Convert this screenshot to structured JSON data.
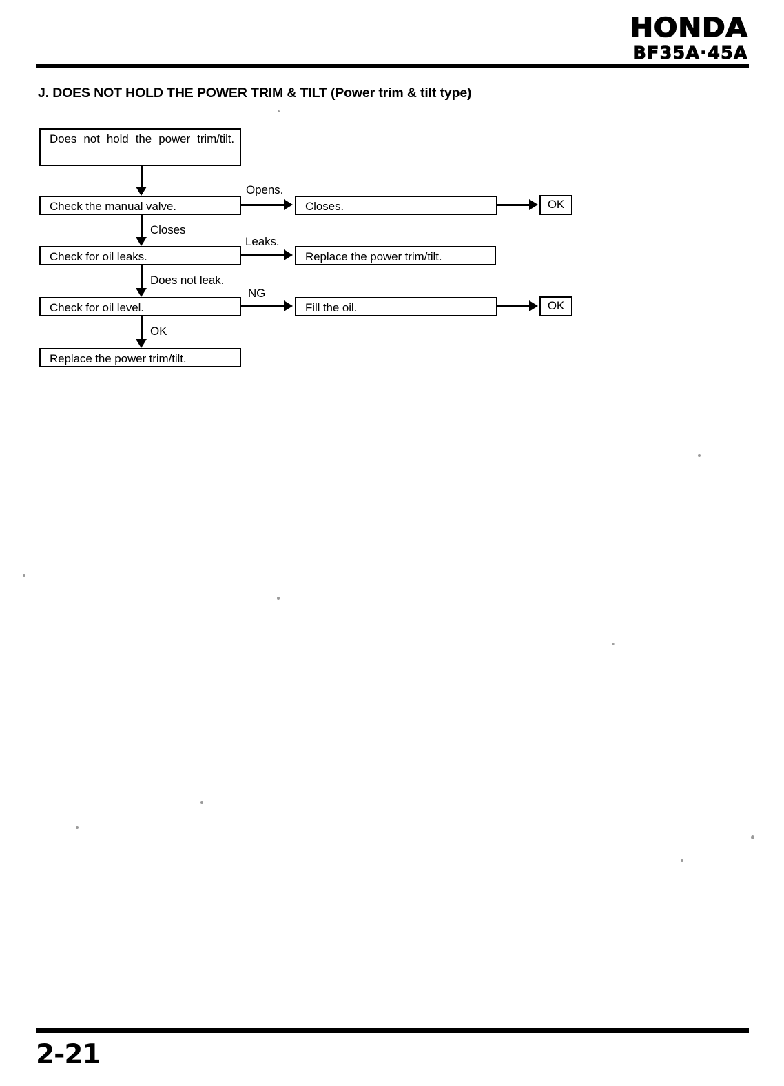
{
  "header": {
    "brand": "HONDA",
    "model": "BF35A·45A"
  },
  "section": {
    "title": "J. DOES NOT HOLD THE POWER TRIM & TILT (Power trim & tilt type)"
  },
  "footer": {
    "page_number": "2-21"
  },
  "chart_data": {
    "type": "diagram",
    "title": "J. DOES NOT HOLD THE POWER TRIM & TILT (Power trim & tilt type)",
    "nodes": [
      {
        "id": "symptom",
        "label": "Does not hold the power trim/tilt.",
        "kind": "process",
        "column": "left",
        "row": 1
      },
      {
        "id": "check-valve",
        "label": "Check the manual valve.",
        "kind": "process",
        "column": "left",
        "row": 2
      },
      {
        "id": "closes",
        "label": "Closes.",
        "kind": "process",
        "column": "right",
        "row": 2
      },
      {
        "id": "ok-1",
        "label": "OK",
        "kind": "terminal",
        "column": "end",
        "row": 2
      },
      {
        "id": "check-leaks",
        "label": "Check for oil leaks.",
        "kind": "process",
        "column": "left",
        "row": 3
      },
      {
        "id": "replace-1",
        "label": "Replace the power trim/tilt.",
        "kind": "process",
        "column": "right",
        "row": 3
      },
      {
        "id": "check-level",
        "label": "Check for oil level.",
        "kind": "process",
        "column": "left",
        "row": 4
      },
      {
        "id": "fill-oil",
        "label": "Fill the oil.",
        "kind": "process",
        "column": "right",
        "row": 4
      },
      {
        "id": "ok-2",
        "label": "OK",
        "kind": "terminal",
        "column": "end",
        "row": 4
      },
      {
        "id": "replace-2",
        "label": "Replace the power trim/tilt.",
        "kind": "process",
        "column": "left",
        "row": 5
      }
    ],
    "edges": [
      {
        "from": "symptom",
        "to": "check-valve",
        "label": "",
        "direction": "down"
      },
      {
        "from": "check-valve",
        "to": "closes",
        "label": "Opens.",
        "direction": "right"
      },
      {
        "from": "closes",
        "to": "ok-1",
        "label": "",
        "direction": "right"
      },
      {
        "from": "check-valve",
        "to": "check-leaks",
        "label": "Closes",
        "direction": "down"
      },
      {
        "from": "check-leaks",
        "to": "replace-1",
        "label": "Leaks.",
        "direction": "right"
      },
      {
        "from": "check-leaks",
        "to": "check-level",
        "label": "Does not leak.",
        "direction": "down"
      },
      {
        "from": "check-level",
        "to": "fill-oil",
        "label": "NG",
        "direction": "right"
      },
      {
        "from": "fill-oil",
        "to": "ok-2",
        "label": "",
        "direction": "right"
      },
      {
        "from": "check-level",
        "to": "replace-2",
        "label": "OK",
        "direction": "down"
      }
    ],
    "labels": {
      "opens": "Opens.",
      "closes": "Closes",
      "leaks": "Leaks.",
      "does_not_leak": "Does not leak.",
      "ng": "NG",
      "ok": "OK"
    },
    "colors": {
      "ink": "#000000",
      "paper": "#ffffff"
    }
  }
}
